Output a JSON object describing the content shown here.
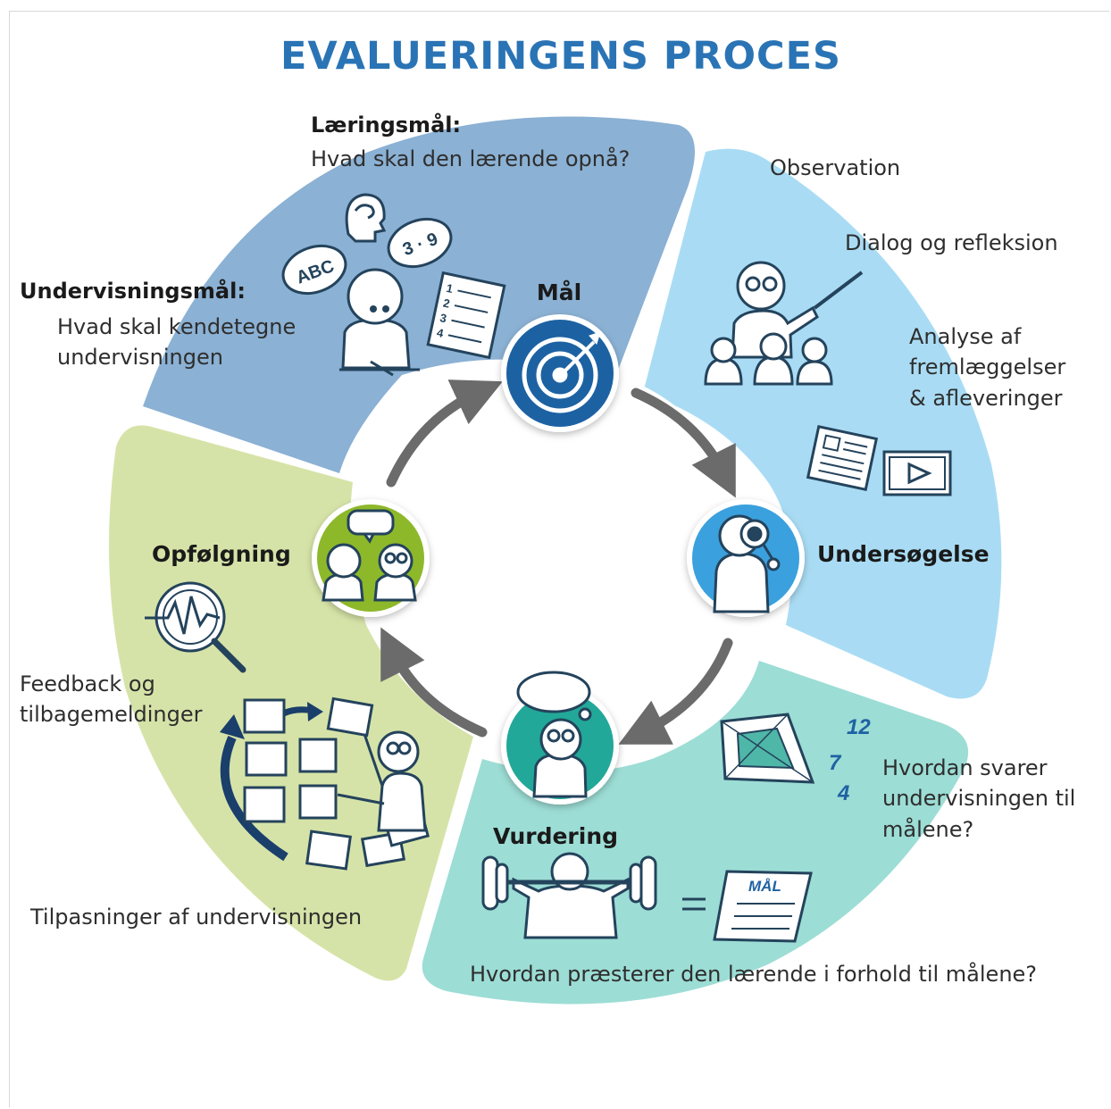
{
  "title": "EVALUERINGENS PROCES",
  "colors": {
    "maal_segment": "#8bb1d4",
    "undersoegelse_segment": "#a9dcf4",
    "vurdering_segment": "#9cddd5",
    "opfoelgning_segment": "#d6e3a8",
    "title": "#2a74b5",
    "arrow": "#6b6b6b",
    "icon_stroke": "#24435c"
  },
  "stages": {
    "maal": {
      "label": "Mål",
      "icon": "target-icon",
      "goal_heading": "Læringsmål:",
      "goal_question": "Hvad skal den lærende opnå?",
      "teaching_heading": "Undervisningsmål:",
      "teaching_line1": "Hvad skal kendetegne",
      "teaching_line2": "undervisningen",
      "bubble_abc": "ABC",
      "bubble_math": "3 · 9",
      "list_numbers": [
        "1",
        "2",
        "3",
        "4"
      ]
    },
    "undersoegelse": {
      "label": "Undersøgelse",
      "icon": "magnifier-person-icon",
      "item1": "Observation",
      "item2": "Dialog og refleksion",
      "item3_line1": "Analyse af",
      "item3_line2": "fremlæggelser",
      "item3_line3": "& afleveringer"
    },
    "vurdering": {
      "label": "Vurdering",
      "icon": "thinking-person-icon",
      "numbers": [
        "12",
        "7",
        "4"
      ],
      "question_line1": "Hvordan svarer",
      "question_line2": "undervisningen til",
      "question_line3": "målene?",
      "doc_label": "MÅL",
      "bottom_question": "Hvordan præsterer den lærende i forhold til målene?"
    },
    "opfoelgning": {
      "label": "Opfølgning",
      "icon": "two-people-talking-icon",
      "feedback_line1": "Feedback og",
      "feedback_line2": "tilbagemeldinger",
      "adjustments": "Tilpasninger af undervisningen"
    }
  }
}
